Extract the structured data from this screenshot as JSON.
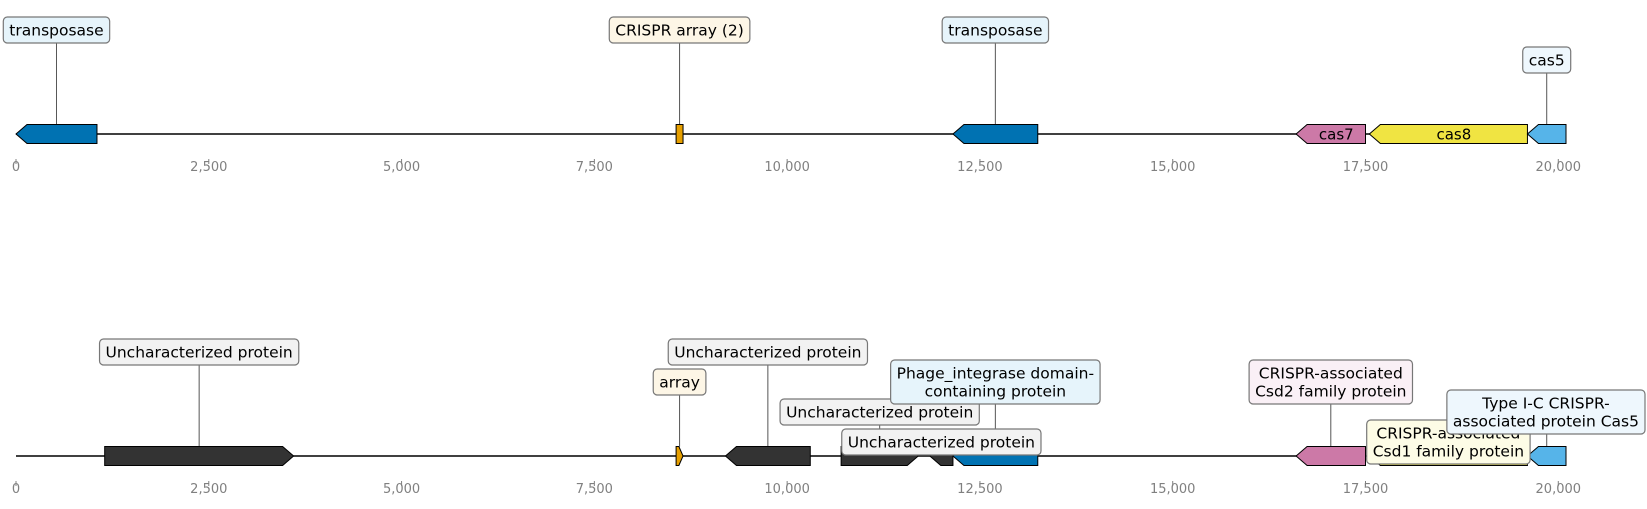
{
  "tracks": [
    {
      "axis": {
        "min": 0,
        "max": 20100,
        "ticks": [
          0,
          2500,
          5000,
          7500,
          10000,
          12500,
          15000,
          17500,
          20000
        ],
        "tick_labels": [
          "0",
          "2,500",
          "5,000",
          "7,500",
          "10,000",
          "12,500",
          "15,000",
          "17,500",
          "20,000"
        ]
      },
      "features": [
        {
          "start": 0,
          "end": 1050,
          "strand": -1,
          "color": "#0072b2",
          "label": "transposase",
          "label_inside": false,
          "callout_level": 1,
          "callout_fill": "#e6f4fb"
        },
        {
          "start": 8560,
          "end": 8650,
          "strand": 0,
          "color": "#e69f00",
          "label": "CRISPR array (2)",
          "label_inside": false,
          "callout_level": 1,
          "callout_fill": "#fdf6e6"
        },
        {
          "start": 12150,
          "end": 13250,
          "strand": -1,
          "color": "#0072b2",
          "label": "transposase",
          "label_inside": false,
          "callout_level": 1,
          "callout_fill": "#e6f4fb"
        },
        {
          "start": 16600,
          "end": 17500,
          "strand": -1,
          "color": "#cc79a7",
          "label": "cas7",
          "label_inside": true
        },
        {
          "start": 17550,
          "end": 19600,
          "strand": -1,
          "color": "#f0e442",
          "label": "cas8",
          "label_inside": true
        },
        {
          "start": 19600,
          "end": 20100,
          "strand": -1,
          "color": "#56b4e9",
          "label": "cas5",
          "label_inside": false,
          "callout_level": 2,
          "callout_fill": "#eef7fd"
        }
      ]
    },
    {
      "axis": {
        "min": 0,
        "max": 20100,
        "ticks": [
          0,
          2500,
          5000,
          7500,
          10000,
          12500,
          15000,
          17500,
          20000
        ],
        "tick_labels": [
          "0",
          "2,500",
          "5,000",
          "7,500",
          "10,000",
          "12,500",
          "15,000",
          "17,500",
          "20,000"
        ]
      },
      "features": [
        {
          "start": 1150,
          "end": 3600,
          "strand": 1,
          "color": "#333333",
          "label": "Uncharacterized protein",
          "label_inside": false,
          "callout_level": 1,
          "callout_fill": "#f2f2f2"
        },
        {
          "start": 8560,
          "end": 8650,
          "strand": 1,
          "color": "#e69f00",
          "label": "array",
          "label_inside": false,
          "callout_level": 2,
          "callout_fill": "#fdf6e6"
        },
        {
          "start": 9200,
          "end": 10300,
          "strand": -1,
          "color": "#333333",
          "label": "Uncharacterized protein",
          "label_inside": false,
          "callout_level": 1,
          "callout_fill": "#f2f2f2"
        },
        {
          "start": 10700,
          "end": 11700,
          "strand": 1,
          "color": "#333333",
          "label": "Uncharacterized protein",
          "label_inside": false,
          "callout_level": 3,
          "callout_fill": "#f2f2f2"
        },
        {
          "start": 11850,
          "end": 12150,
          "strand": -1,
          "color": "#333333",
          "label": "Uncharacterized protein",
          "label_inside": false,
          "callout_level": 4,
          "callout_fill": "#f2f2f2"
        },
        {
          "start": 12150,
          "end": 13250,
          "strand": -1,
          "color": "#0072b2",
          "label": "Phage_integrase domain-\ncontaining protein",
          "label_inside": false,
          "callout_level": 2,
          "callout_fill": "#e6f4fb"
        },
        {
          "start": 16600,
          "end": 17500,
          "strand": -1,
          "color": "#cc79a7",
          "label": "CRISPR-associated\nCsd2 family protein",
          "label_inside": false,
          "callout_level": 2,
          "callout_fill": "#faf0f6"
        },
        {
          "start": 17550,
          "end": 19600,
          "strand": -1,
          "color": "#f0e442",
          "label": "CRISPR-associated\nCsd1 family protein",
          "label_inside": false,
          "callout_level": 4,
          "callout_fill": "#fdfce6"
        },
        {
          "start": 19600,
          "end": 20100,
          "strand": -1,
          "color": "#56b4e9",
          "label": "Type I-C CRISPR-\nassociated protein Cas5",
          "label_inside": false,
          "callout_level": 3,
          "callout_fill": "#eef7fd"
        }
      ]
    }
  ]
}
